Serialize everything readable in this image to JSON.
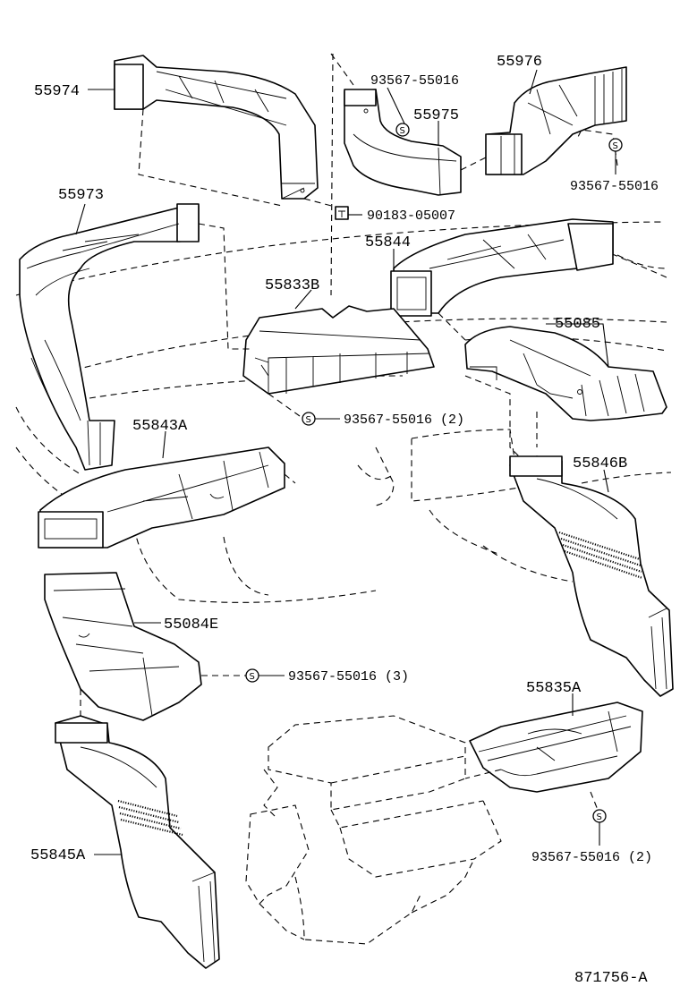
{
  "labels": {
    "p55974": "55974",
    "p93567_a": "93567-55016",
    "p55976": "55976",
    "p55975": "55975",
    "p93567_b": "93567-55016",
    "p55973": "55973",
    "p90183": "90183-05007",
    "p55844": "55844",
    "p55833b": "55833B",
    "p55085": "55085",
    "p93567_c": "93567-55016 (2)",
    "p55843a": "55843A",
    "p55846b": "55846B",
    "p55084e": "55084E",
    "p93567_d": "93567-55016 (3)",
    "p55835a": "55835A",
    "p93567_e": "93567-55016 (2)",
    "p55845a": "55845A",
    "drawing_number": "871756-A"
  },
  "screw_symbol": "S"
}
